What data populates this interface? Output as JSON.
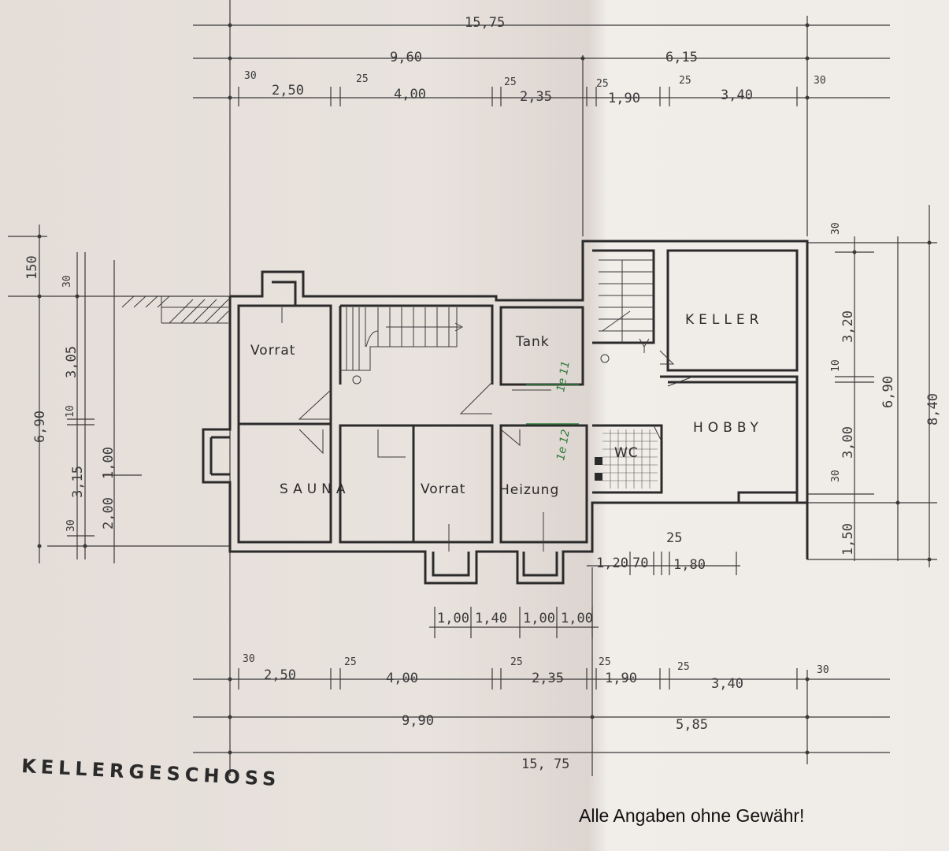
{
  "title": "KELLERGESCHOSS",
  "disclaimer": "Alle Angaben ohne Gewähr!",
  "rooms": {
    "vorrat_left": "Vorrat",
    "sauna": "SAUNA",
    "vorrat_mid": "Vorrat",
    "tank": "Tank",
    "heizung": "Heizung",
    "keller": "KELLER",
    "hobby": "HOBBY",
    "wc": "WC"
  },
  "top_dims": {
    "total": "15,75",
    "left_span": "9,60",
    "right_span": "6,15",
    "segments": [
      "30",
      "2,50",
      "25",
      "4,00",
      "25",
      "2,35",
      "25",
      "1,90",
      "25",
      "3,40",
      "30"
    ]
  },
  "bottom_dims": {
    "total": "15, 75",
    "left_span": "9,90",
    "right_span": "5,85",
    "segments": [
      "30",
      "2,50",
      "25",
      "4,00",
      "25",
      "2,35",
      "25",
      "1,90",
      "25",
      "3,40",
      "30"
    ]
  },
  "window_dims": [
    "1,00",
    "1,40",
    "1,00",
    "1,00"
  ],
  "wc_dims": [
    "1,20",
    "70",
    "25",
    "1,80"
  ],
  "left_dims": [
    "150",
    "30",
    "3,05",
    "10",
    "3,15",
    "2,00",
    "1,00",
    "30",
    "6,90"
  ],
  "right_dims": [
    "30",
    "3,20",
    "10",
    "3,00",
    "30",
    "1,50",
    "6,90",
    "8,40"
  ],
  "annotations": [
    "1e 11",
    "1e 12"
  ]
}
